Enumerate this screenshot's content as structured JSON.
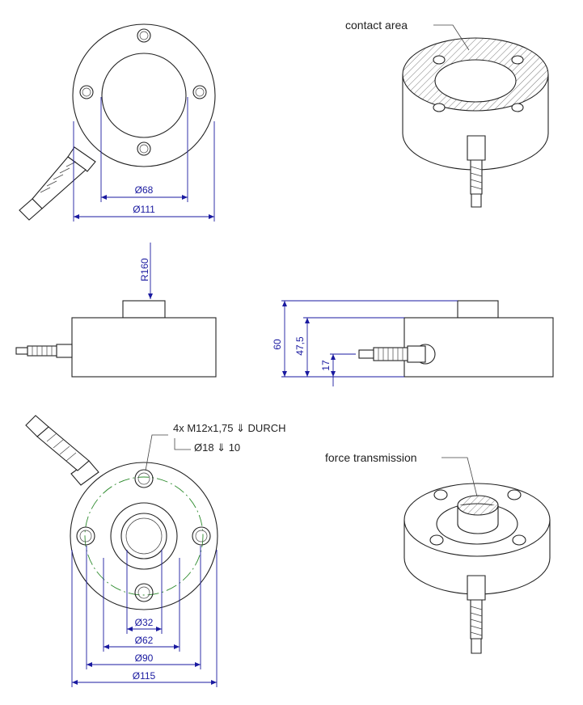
{
  "labels": {
    "contact_area": "contact area",
    "force_transmission": "force transmission"
  },
  "dimensions": {
    "d68": "Ø68",
    "d111": "Ø111",
    "r160": "R160",
    "h60": "60",
    "h47_5": "47,5",
    "h17": "17",
    "d32": "Ø32",
    "d62": "Ø62",
    "d90": "Ø90",
    "d115": "Ø115"
  },
  "thread_note": {
    "line1": "4x M12x1,75 ⇓ DURCH",
    "line2": "Ø18 ⇓ 10"
  }
}
